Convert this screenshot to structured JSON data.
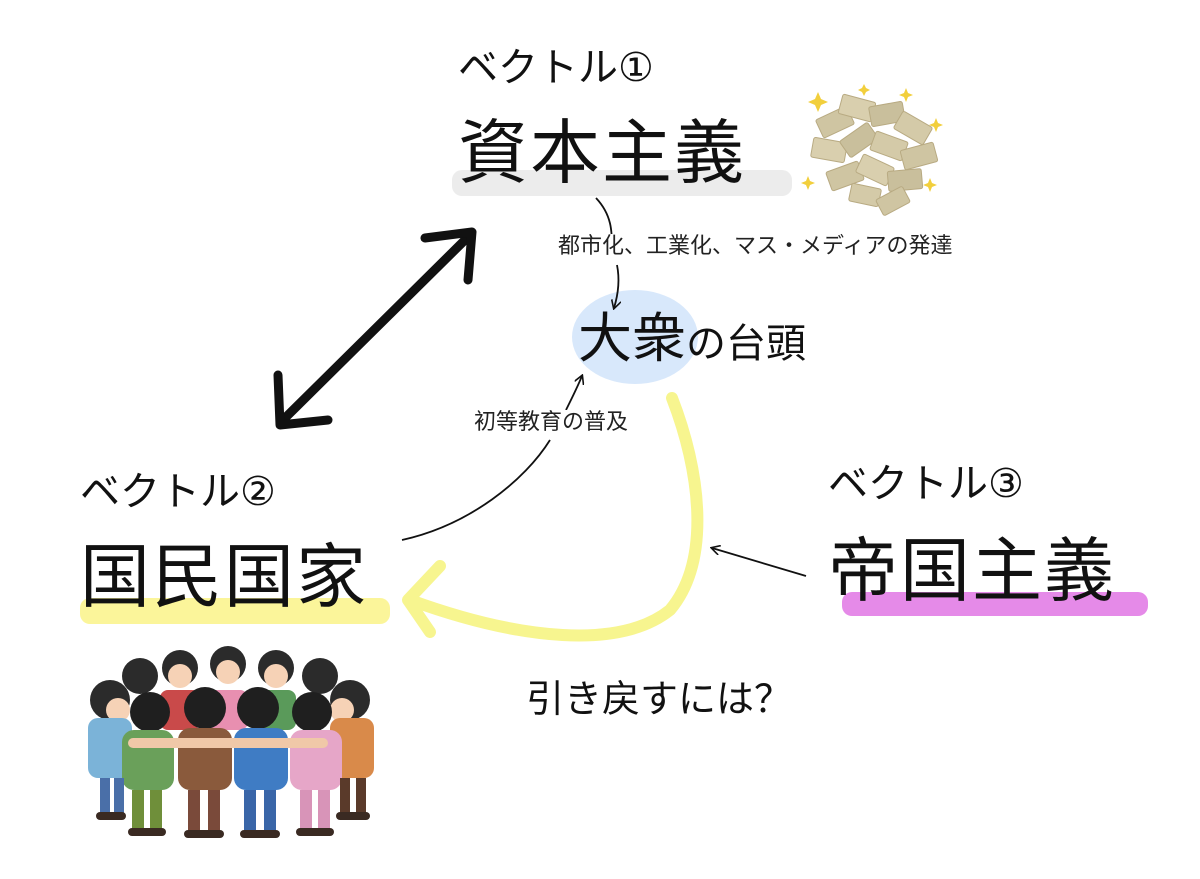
{
  "vector1": {
    "label": "ベクトル①",
    "title": "資本主義"
  },
  "vector2": {
    "label": "ベクトル②",
    "title": "国民国家"
  },
  "vector3": {
    "label": "ベクトル③",
    "title": "帝国主義"
  },
  "center": {
    "main": "大衆",
    "rest": "の台頭"
  },
  "notes": {
    "urbanization": "都市化、工業化、マス・メディアの発達",
    "education": "初等教育の普及"
  },
  "question": "引き戻すには？",
  "icons": {
    "money": "money-pile-icon",
    "crowd": "crowd-huddle-icon"
  },
  "colors": {
    "capitalism_underline": "#ececec",
    "nation_underline": "#fbf59a",
    "imperialism_underline": "#e58ae8",
    "center_circle": "#d8e8fb",
    "yellow_arrow": "#f7f58f"
  }
}
